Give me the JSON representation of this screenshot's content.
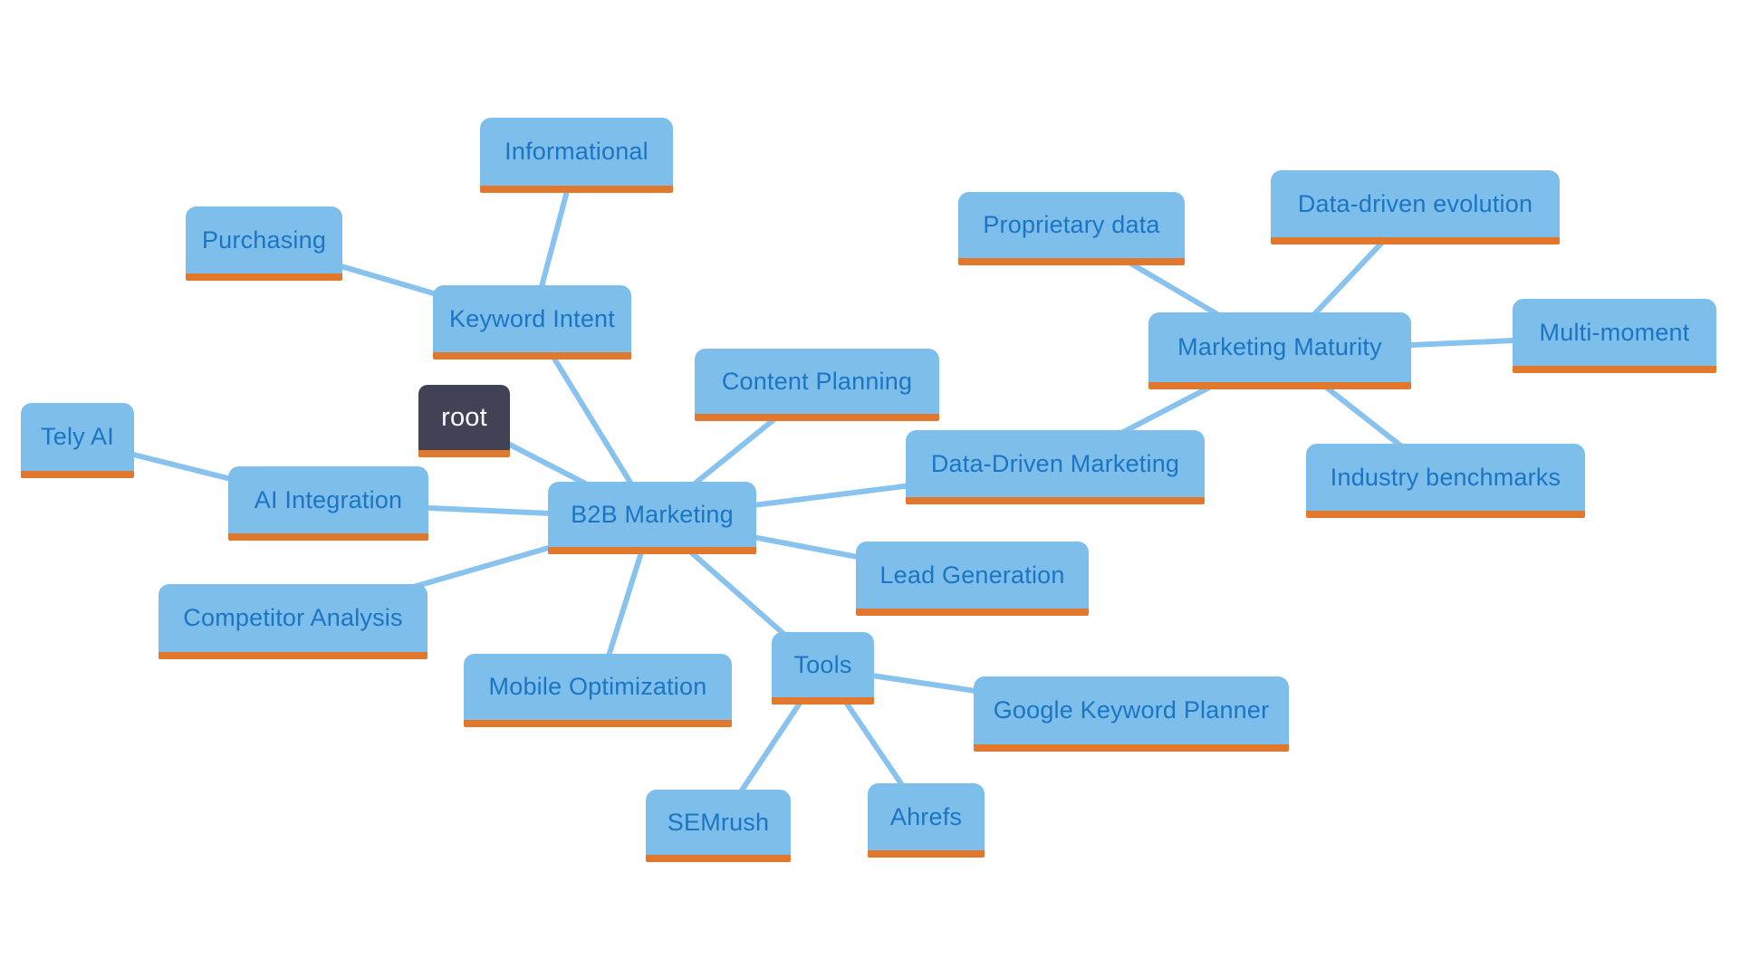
{
  "diagram": {
    "type": "mind-map",
    "title": "B2B Marketing mind map",
    "colors": {
      "background": "#FFFFFF",
      "node_fill": "#7DBEEB",
      "node_underline": "#E2772E",
      "node_text": "#1C75C4",
      "root_fill": "#3F4355",
      "root_text": "#FFFFFF",
      "edge": "#88C2EE"
    },
    "nodes": [
      {
        "id": "root",
        "label": "root"
      },
      {
        "id": "b2b-marketing",
        "label": "B2B Marketing"
      },
      {
        "id": "keyword-intent",
        "label": "Keyword Intent"
      },
      {
        "id": "informational",
        "label": "Informational"
      },
      {
        "id": "purchasing",
        "label": "Purchasing"
      },
      {
        "id": "content-planning",
        "label": "Content Planning"
      },
      {
        "id": "ai-integration",
        "label": "AI Integration"
      },
      {
        "id": "tely-ai",
        "label": "Tely AI"
      },
      {
        "id": "competitor-analysis",
        "label": "Competitor Analysis"
      },
      {
        "id": "mobile-optimization",
        "label": "Mobile Optimization"
      },
      {
        "id": "lead-generation",
        "label": "Lead Generation"
      },
      {
        "id": "tools",
        "label": "Tools"
      },
      {
        "id": "google-keyword-planner",
        "label": "Google Keyword Planner"
      },
      {
        "id": "semrush",
        "label": "SEMrush"
      },
      {
        "id": "ahrefs",
        "label": "Ahrefs"
      },
      {
        "id": "data-driven-marketing",
        "label": "Data-Driven Marketing"
      },
      {
        "id": "marketing-maturity",
        "label": "Marketing Maturity"
      },
      {
        "id": "proprietary-data",
        "label": "Proprietary data"
      },
      {
        "id": "data-driven-evolution",
        "label": "Data-driven evolution"
      },
      {
        "id": "multi-moment",
        "label": "Multi-moment"
      },
      {
        "id": "industry-benchmarks",
        "label": "Industry benchmarks"
      }
    ],
    "edges": [
      [
        "root",
        "b2b-marketing"
      ],
      [
        "b2b-marketing",
        "keyword-intent"
      ],
      [
        "keyword-intent",
        "informational"
      ],
      [
        "keyword-intent",
        "purchasing"
      ],
      [
        "b2b-marketing",
        "content-planning"
      ],
      [
        "b2b-marketing",
        "ai-integration"
      ],
      [
        "ai-integration",
        "tely-ai"
      ],
      [
        "b2b-marketing",
        "competitor-analysis"
      ],
      [
        "b2b-marketing",
        "mobile-optimization"
      ],
      [
        "b2b-marketing",
        "lead-generation"
      ],
      [
        "b2b-marketing",
        "tools"
      ],
      [
        "tools",
        "google-keyword-planner"
      ],
      [
        "tools",
        "semrush"
      ],
      [
        "tools",
        "ahrefs"
      ],
      [
        "b2b-marketing",
        "data-driven-marketing"
      ],
      [
        "data-driven-marketing",
        "marketing-maturity"
      ],
      [
        "marketing-maturity",
        "proprietary-data"
      ],
      [
        "marketing-maturity",
        "data-driven-evolution"
      ],
      [
        "marketing-maturity",
        "multi-moment"
      ],
      [
        "marketing-maturity",
        "industry-benchmarks"
      ]
    ]
  }
}
